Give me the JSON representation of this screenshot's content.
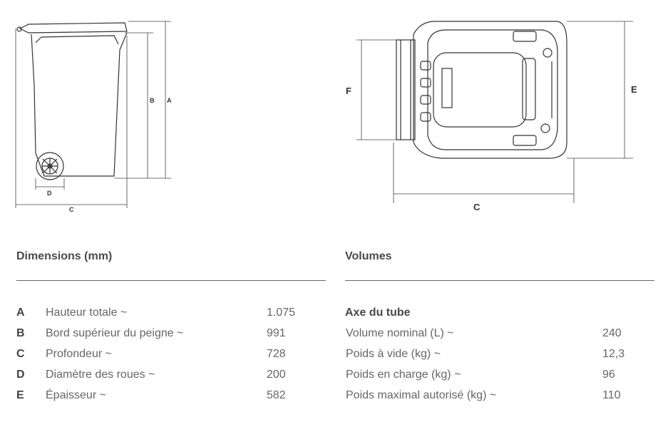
{
  "side_view": {
    "labels": {
      "A": "A",
      "B": "B",
      "C": "C",
      "D": "D"
    }
  },
  "top_view": {
    "labels": {
      "F": "F",
      "E": "E",
      "C": "C"
    }
  },
  "dimensions": {
    "title": "Dimensions (mm)",
    "rows": [
      {
        "key": "A",
        "label": "Hauteur totale ~",
        "value": "1.075"
      },
      {
        "key": "B",
        "label": "Bord supérieur du peigne ~",
        "value": "991"
      },
      {
        "key": "C",
        "label": "Profondeur ~",
        "value": "728"
      },
      {
        "key": "D",
        "label": "Diamètre des roues ~",
        "value": "200"
      },
      {
        "key": "E",
        "label": "Épaisseur ~",
        "value": "582"
      }
    ]
  },
  "volumes": {
    "title": "Volumes",
    "subtitle": "Axe du tube",
    "rows": [
      {
        "label": "Volume nominal (L) ~",
        "value": "240"
      },
      {
        "label": "Poids à vide (kg) ~",
        "value": "12,3"
      },
      {
        "label": "Poids en charge (kg) ~",
        "value": "96"
      },
      {
        "label": "Poids maximal autorisé (kg) ~",
        "value": "110"
      }
    ]
  }
}
